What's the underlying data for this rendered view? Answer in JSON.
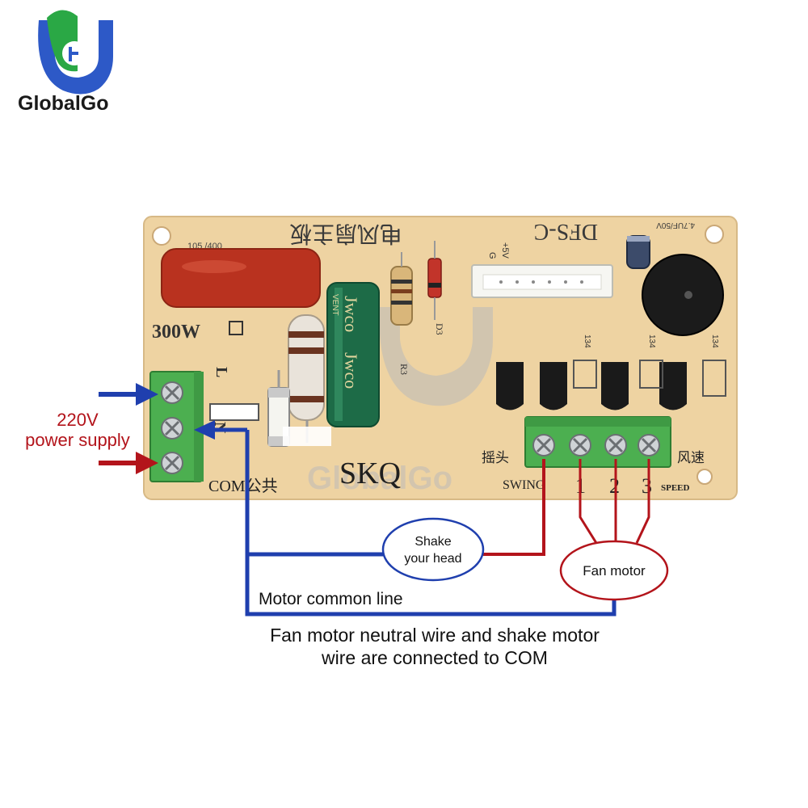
{
  "brand": {
    "name": "GlobalGo"
  },
  "board": {
    "silk_title": "电风扇主板",
    "model": "DFS-C",
    "cap_label": "105 /400",
    "power_rating": "300W",
    "brand_print": "SKQ",
    "com_label": "COM公共",
    "swing_cn": "摇头",
    "speed_cn": "风速",
    "swing_label": "SWING",
    "speed_label": "SPEED",
    "speed_numbers": [
      "1",
      "2",
      "3"
    ],
    "terminal_L": "L",
    "terminal_N": "N",
    "header_pins": [
      "G",
      "+5V"
    ],
    "buzzer_cap": "4.7UF/50V",
    "resistor_label": "R3",
    "diode_label": "D3",
    "triac_label": "134",
    "electrolytic_brand": "Jwco",
    "electrolytic_vent": "VENT"
  },
  "annotations": {
    "power_supply": [
      "220V",
      "power supply"
    ],
    "shake_head": [
      "Shake",
      "your head"
    ],
    "fan_motor": "Fan motor",
    "motor_common": "Motor common line",
    "footnote": [
      "Fan motor neutral wire and shake motor",
      "wire are connected to COM"
    ]
  },
  "colors": {
    "board": "#eed3a2",
    "terminal": "#4caf50",
    "blue_wire": "#1f3fae",
    "red_wire": "#b3141b",
    "label_red": "#b3141b",
    "logo_blue": "#2d59c7",
    "logo_green": "#2aa845"
  }
}
